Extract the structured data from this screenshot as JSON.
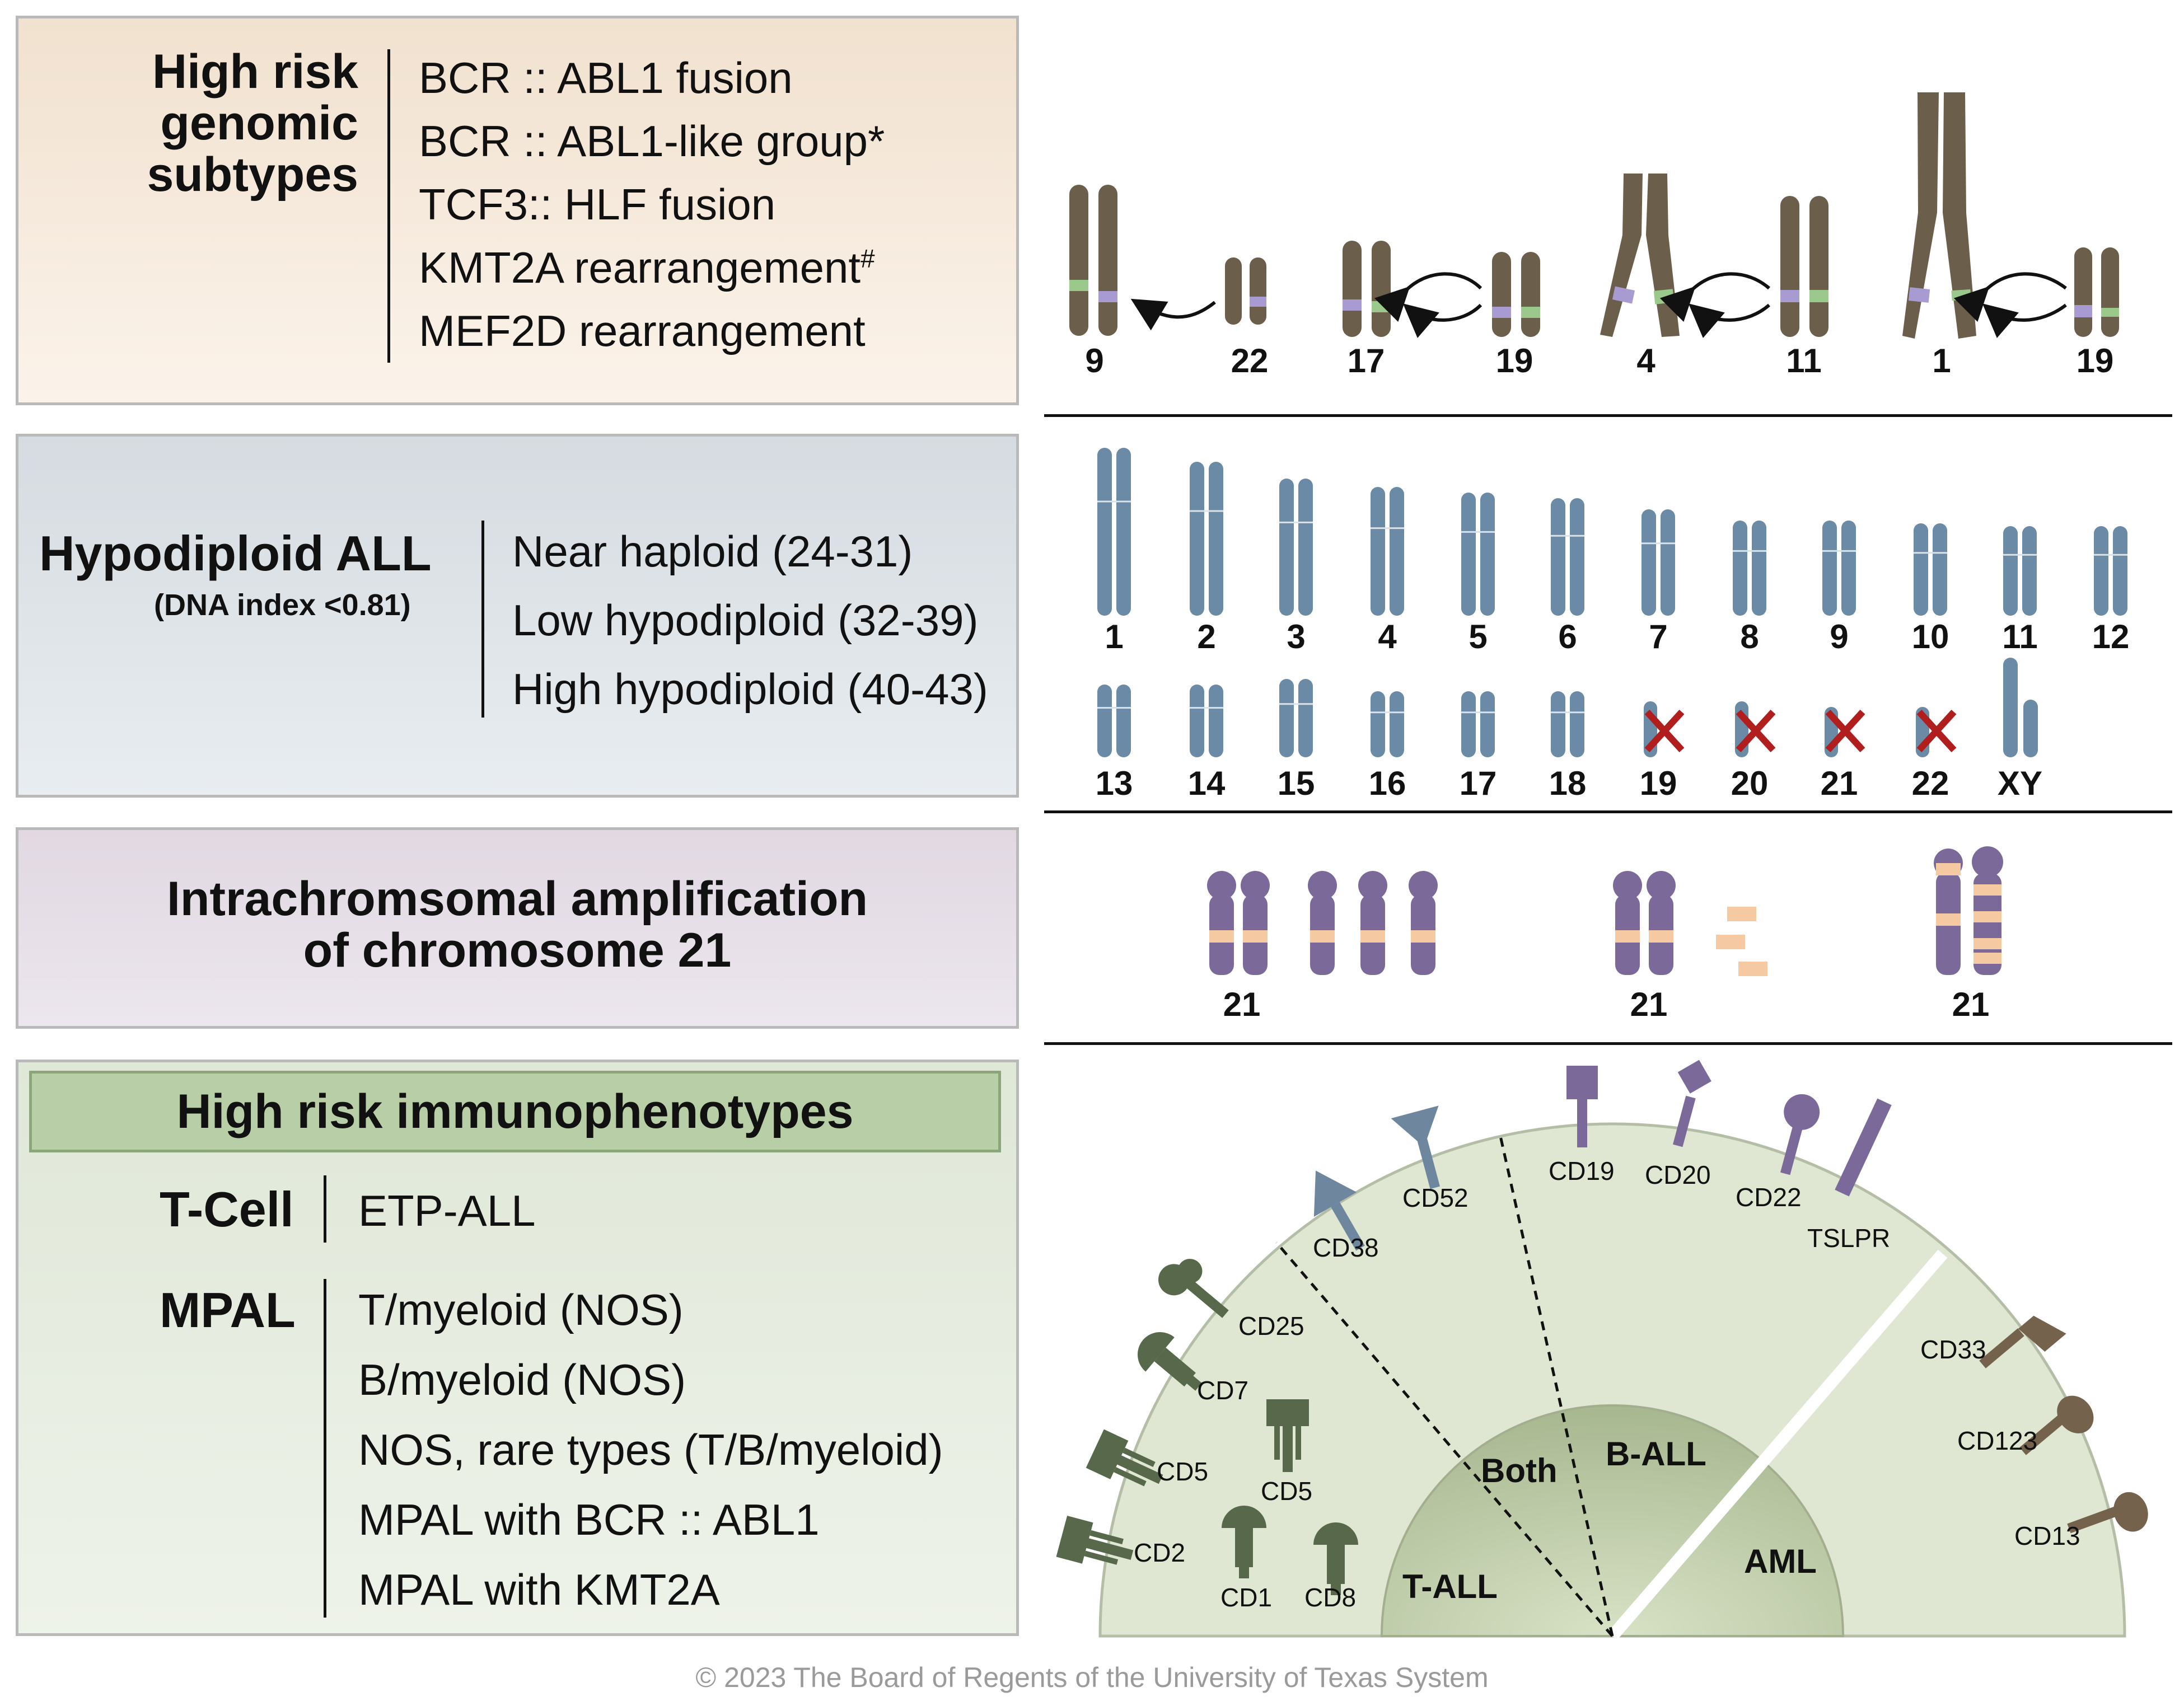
{
  "genomic": {
    "heading": [
      "High risk",
      "genomic",
      "subtypes"
    ],
    "items": [
      "BCR :: ABL1 fusion",
      "BCR :: ABL1-like group*",
      "TCF3:: HLF fusion",
      "KMT2A rearrangement",
      "MEF2D rearrangement"
    ],
    "kmt2a_mark": "#",
    "pairs": [
      [
        "9",
        "22"
      ],
      [
        "17",
        "19"
      ],
      [
        "4",
        "11"
      ],
      [
        "1",
        "19"
      ]
    ]
  },
  "hypodiploid": {
    "heading": "Hypodiploid ALL",
    "subheading": "(DNA index <0.81)",
    "items": [
      "Near haploid (24-31)",
      "Low hypodiploid (32-39)",
      "High hypodiploid (40-43)"
    ],
    "row1": [
      "1",
      "2",
      "3",
      "4",
      "5",
      "6",
      "7",
      "8",
      "9",
      "10",
      "11",
      "12"
    ],
    "row2": [
      "13",
      "14",
      "15",
      "16",
      "17",
      "18",
      "19",
      "20",
      "21",
      "22",
      "XY"
    ],
    "lost": [
      "19",
      "20",
      "21",
      "22"
    ]
  },
  "iamp": {
    "heading": [
      "Intrachromsomal amplification",
      "of chromosome 21"
    ],
    "labels": [
      "21",
      "21",
      "21"
    ]
  },
  "immuno": {
    "heading": "High risk immunophenotypes",
    "groups": [
      {
        "label": "T-Cell",
        "items": [
          "ETP-ALL"
        ]
      },
      {
        "label": "MPAL",
        "items": [
          "T/myeloid (NOS)",
          "B/myeloid (NOS)",
          "NOS, rare types (T/B/myeloid)",
          "MPAL with BCR :: ABL1",
          "MPAL with KMT2A"
        ]
      }
    ],
    "zones": [
      "T-ALL",
      "Both",
      "B-ALL",
      "AML"
    ],
    "markers": {
      "tall": [
        "CD2",
        "CD5",
        "CD7",
        "CD25",
        "CD1",
        "CD5",
        "CD8"
      ],
      "both": [
        "CD38",
        "CD52"
      ],
      "ball": [
        "CD19",
        "CD20",
        "CD22",
        "TSLPR"
      ],
      "aml": [
        "CD33",
        "CD123",
        "CD13"
      ]
    }
  },
  "copyright": "© 2023 The Board of Regents of the University of Texas System",
  "colors": {
    "genomic_chromosome": "#6b5e4b",
    "hypodiploid_chromosome": "#6a8aa6",
    "iamp_chromosome": "#7b6a99",
    "iamp_band": "#f5c9a2",
    "tall_marker": "#57694a",
    "both_marker": "#6e879f",
    "ball_marker": "#7b6a99",
    "aml_marker": "#74624d",
    "lost_cross": "#b01e1e"
  }
}
